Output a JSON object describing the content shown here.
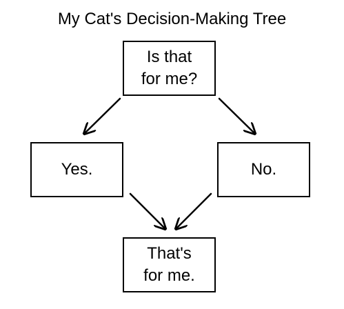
{
  "title": "My Cat's Decision-Making Tree",
  "nodes": {
    "question": "Is that\nfor me?",
    "yes": "Yes.",
    "no": "No.",
    "result": "That's\nfor me."
  },
  "edges": [
    {
      "from": "question",
      "to": "yes"
    },
    {
      "from": "question",
      "to": "no"
    },
    {
      "from": "yes",
      "to": "result"
    },
    {
      "from": "no",
      "to": "result"
    }
  ],
  "colors": {
    "stroke": "#000000",
    "background": "#ffffff"
  }
}
